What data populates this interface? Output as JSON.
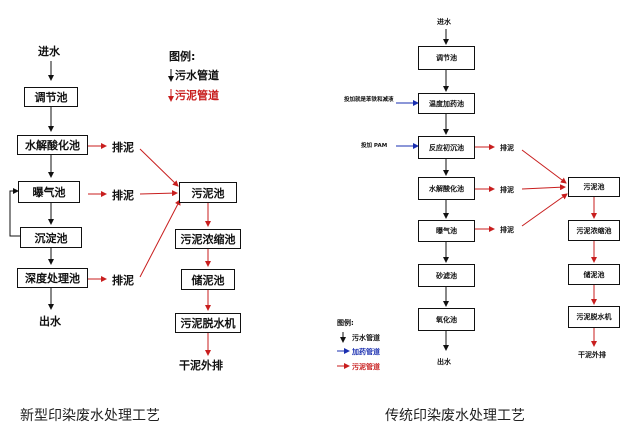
{
  "left": {
    "input": "进水",
    "steps": [
      "调节池",
      "水解酸化池",
      "曝气池",
      "沉淀池",
      "深度处理池"
    ],
    "output": "出水",
    "discharge": [
      "排泥",
      "排泥",
      "排泥"
    ],
    "sludge": [
      "污泥池",
      "污泥浓缩池",
      "储泥池",
      "污泥脱水机"
    ],
    "sludge_out": "干泥外排",
    "legend": {
      "title": "图例:",
      "items": [
        "污水管道",
        "污泥管道"
      ]
    },
    "caption": "新型印染废水处理工艺"
  },
  "right": {
    "input": "进水",
    "steps": [
      "调节池",
      "温度加药池",
      "反应初沉池",
      "水解酸化池",
      "曝气池",
      "砂滤池",
      "氧化池"
    ],
    "output": "出水",
    "dose1": "投加就是苯铁和减液",
    "dose2": "投加 PAM",
    "discharge": [
      "排泥",
      "排泥",
      "排泥"
    ],
    "sludge": [
      "污泥池",
      "污泥浓缩池",
      "储泥池",
      "污泥脱水机"
    ],
    "sludge_out": "干泥外排",
    "legend": {
      "title": "图例:",
      "items": [
        "污水管道",
        "加药管道",
        "污泥管道"
      ]
    },
    "caption": "传统印染废水处理工艺"
  },
  "colors": {
    "sewage": "#111111",
    "sludge": "#c81e1e",
    "dosing": "#1a2fb0"
  }
}
